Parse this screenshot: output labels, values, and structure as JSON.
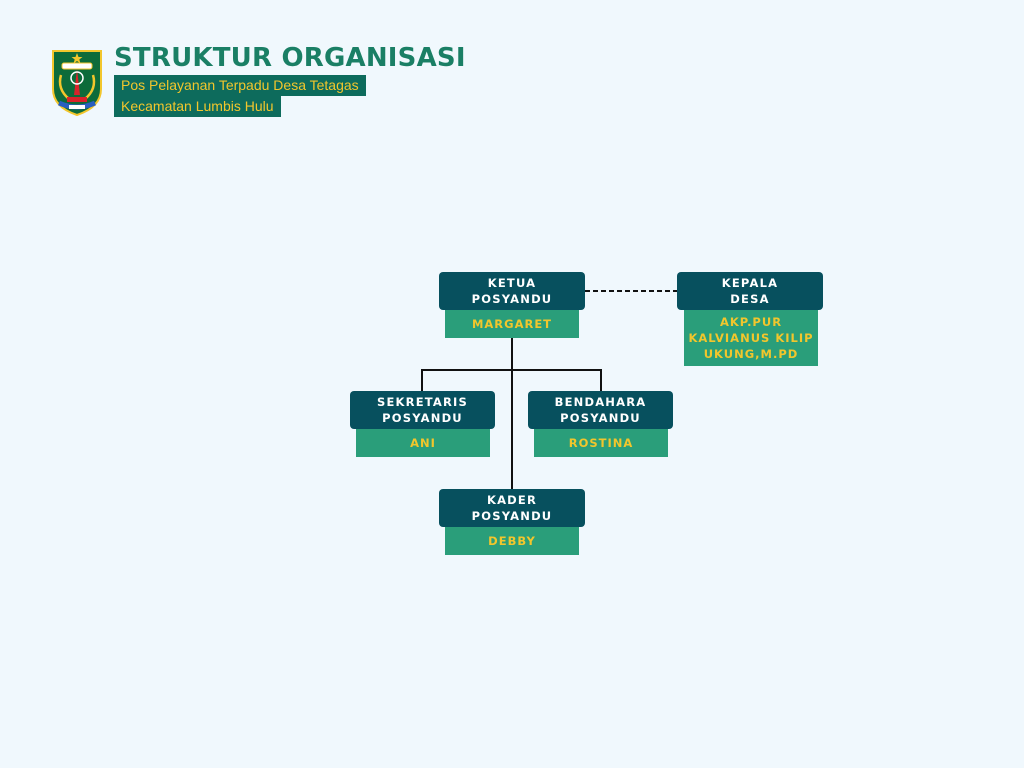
{
  "header": {
    "title": "STRUKTUR ORGANISASI",
    "subtitle_line1": "Pos Pelayanan Terpadu Desa Tetagas",
    "subtitle_line2": "Kecamatan Lumbis Hulu",
    "logo_icon": "regency-crest-icon"
  },
  "org": {
    "ketua": {
      "role_line1": "KETUA",
      "role_line2": "POSYANDU",
      "name": "MARGARET"
    },
    "kepala": {
      "role_line1": "KEPALA",
      "role_line2": "DESA",
      "name_line1": "AKP.PUR",
      "name_line2": "KALVIANUS KILIP",
      "name_line3": "UKUNG,M.PD"
    },
    "sekretaris": {
      "role_line1": "SEKRETARIS",
      "role_line2": "POSYANDU",
      "name": "ANI"
    },
    "bendahara": {
      "role_line1": "BENDAHARA",
      "role_line2": "POSYANDU",
      "name": "ROSTINA"
    },
    "kader": {
      "role_line1": "KADER",
      "role_line2": "POSYANDU",
      "name": "DEBBY"
    }
  },
  "colors": {
    "background": "#f0f8fd",
    "title": "#1a7f65",
    "role_box": "#07505e",
    "name_box": "#2a9e7a",
    "name_text": "#f2c62c"
  }
}
